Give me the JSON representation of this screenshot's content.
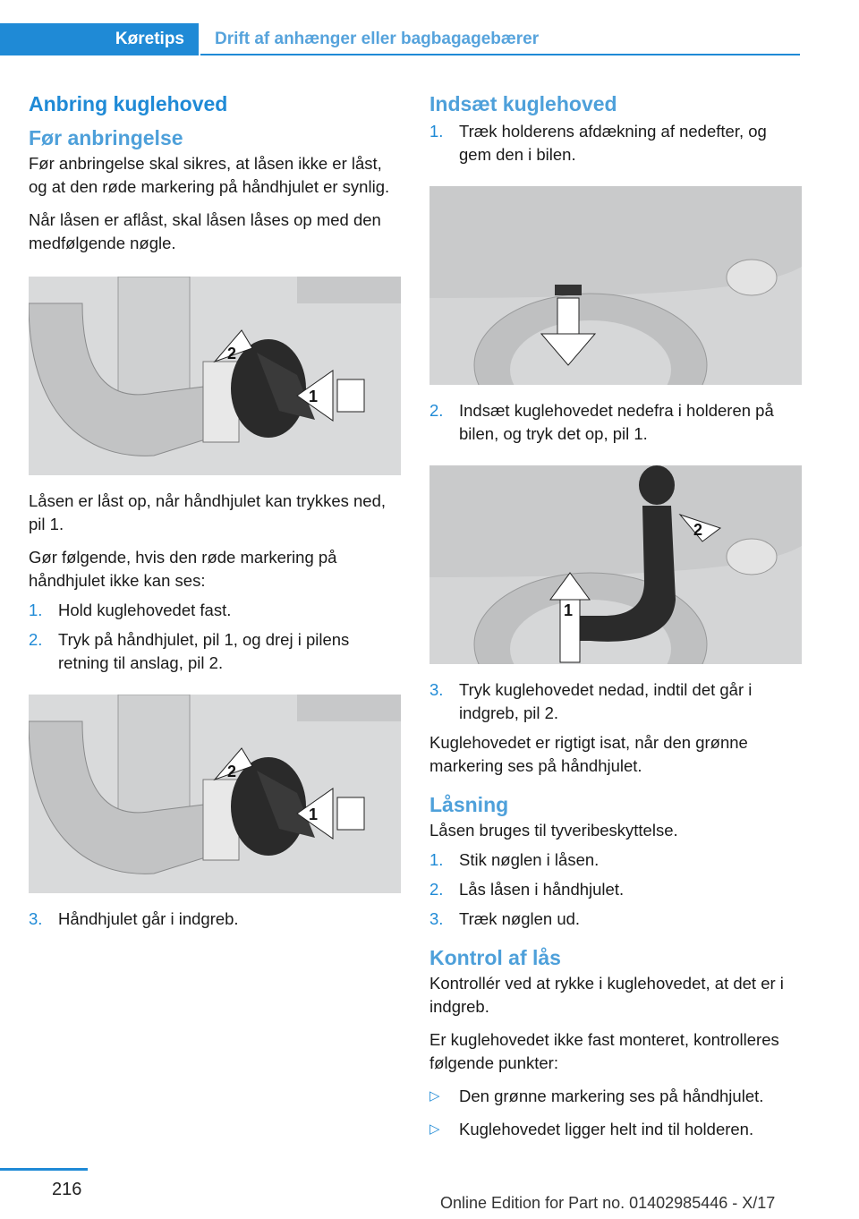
{
  "header": {
    "section": "Køretips",
    "chapter": "Drift af anhænger eller bagbagagebærer"
  },
  "left": {
    "title": "Anbring kuglehoved",
    "sub1": "Før anbringelse",
    "p1": "Før anbringelse skal sikres, at låsen ikke er låst, og at den røde markering på håndhjulet er synlig.",
    "p2": "Når låsen er aflåst, skal låsen låses op med den medfølgende nøgle.",
    "p3": "Låsen er låst op, når håndhjulet kan trykkes ned, pil 1.",
    "p4": "Gør følgende, hvis den røde markering på håndhjulet ikke kan ses:",
    "steps": [
      {
        "n": "1.",
        "t": "Hold kuglehovedet fast."
      },
      {
        "n": "2.",
        "t": "Tryk på håndhjulet, pil 1, og drej i pilens retning til anslag, pil 2."
      }
    ],
    "step3": {
      "n": "3.",
      "t": "Håndhjulet går i indgreb."
    }
  },
  "right": {
    "title": "Indsæt kuglehoved",
    "step1": {
      "n": "1.",
      "t": "Træk holderens afdækning af nedefter, og gem den i bilen."
    },
    "step2": {
      "n": "2.",
      "t": "Indsæt kuglehovedet nedefra i holderen på bilen, og tryk det op, pil 1."
    },
    "step3": {
      "n": "3.",
      "t": "Tryk kuglehovedet nedad, indtil det går i indgreb, pil 2."
    },
    "p1": "Kuglehovedet er rigtigt isat, når den grønne markering ses på håndhjulet.",
    "sub2": "Låsning",
    "p2": "Låsen bruges til tyveribeskyttelse.",
    "lock_steps": [
      {
        "n": "1.",
        "t": "Stik nøglen i låsen."
      },
      {
        "n": "2.",
        "t": "Lås låsen i håndhjulet."
      },
      {
        "n": "3.",
        "t": "Træk nøglen ud."
      }
    ],
    "sub3": "Kontrol af lås",
    "p3": "Kontrollér ved at rykke i kuglehovedet, at det er i indgreb.",
    "p4": "Er kuglehovedet ikke fast monteret, kontrolle­res følgende punkter:",
    "bullets": [
      {
        "n": "▷",
        "t": "Den grønne markering ses på håndhjulet."
      },
      {
        "n": "▷",
        "t": "Kuglehovedet ligger helt ind til holderen."
      }
    ]
  },
  "figure_labels": {
    "one": "1",
    "two": "2"
  },
  "footer": {
    "page": "216",
    "edition": "Online Edition for Part no. 01402985446 - X/17"
  }
}
